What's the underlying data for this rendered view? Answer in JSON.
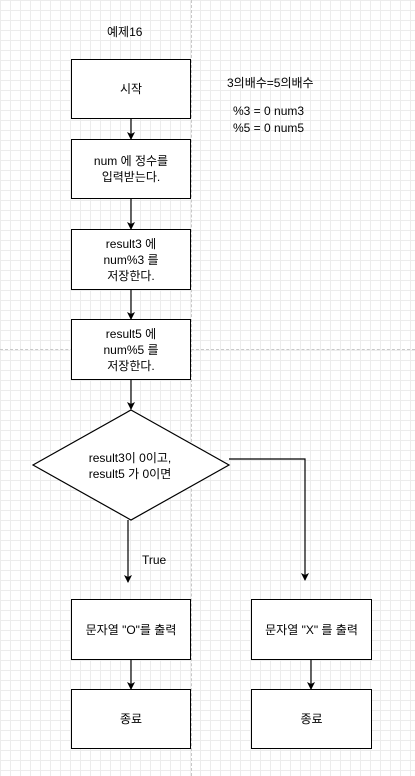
{
  "title": "예제16",
  "notes": {
    "line1": "3의배수=5의배수",
    "line2": "%3 = 0 num3",
    "line3": "%5 = 0 num5"
  },
  "nodes": {
    "start": "시작",
    "input": "num 에 정수를\n입력받는다.",
    "store3": "result3 에\nnum%3 를\n저장한다.",
    "store5": "result5 에\nnum%5 를\n저장한다.",
    "decision": "result3이 0이고,\nresult5 가 0이면",
    "print_o": "문자열 \"O\"를 출력",
    "print_x": "문자열 \"X\" 를 출력",
    "end_left": "종료",
    "end_right": "종료"
  },
  "edge_labels": {
    "true": "True"
  }
}
